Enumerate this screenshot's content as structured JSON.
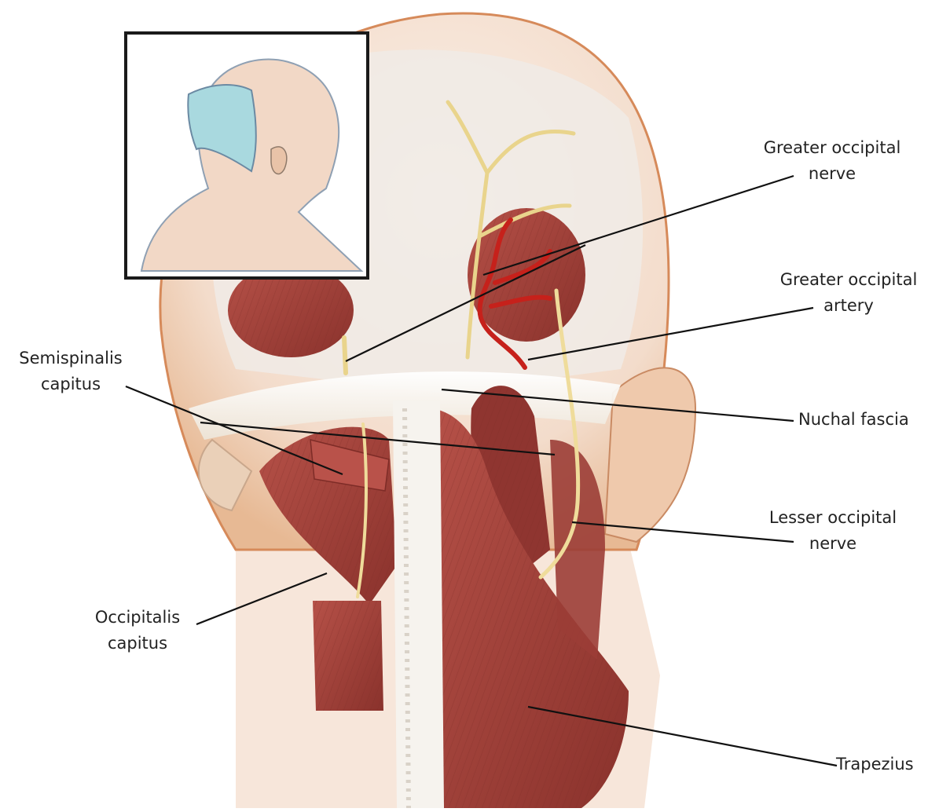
{
  "labels": {
    "greater_occipital_nerve": [
      "Greater occipital",
      "nerve"
    ],
    "greater_occipital_artery": [
      "Greater occipital",
      "artery"
    ],
    "semispinalis_capitus": [
      "Semispinalis",
      "capitus"
    ],
    "nuchal_fascia": "Nuchal fascia",
    "lesser_occipital_nerve": [
      "Lesser occipital",
      "nerve"
    ],
    "occipitalis_capitus": [
      "Occipitalis",
      "capitus"
    ],
    "trapezius": "Trapezius"
  },
  "colors": {
    "skin": "#f3dccb",
    "skin_shadow": "#e9c3a8",
    "muscle": "#a4443c",
    "muscle_dark": "#7e2c27",
    "fascia": "#f3ede0",
    "nerve": "#f1e2a6",
    "artery": "#c6211b",
    "leader_line": "#111111",
    "inset_highlight": "#a9d9df"
  },
  "icons": {
    "inset": "head-profile-inset-icon"
  }
}
